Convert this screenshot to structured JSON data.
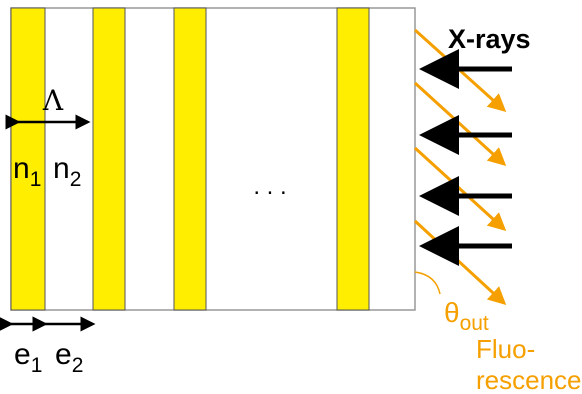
{
  "labels": {
    "xrays": "X-rays",
    "period": "Λ",
    "n1_base": "n",
    "n1_sub": "1",
    "n2_base": "n",
    "n2_sub": "2",
    "ellipsis": ". . .",
    "theta_base": "θ",
    "theta_sub": "out",
    "e1_base": "e",
    "e1_sub": "1",
    "e2_base": "e",
    "e2_sub": "2",
    "fluo_line1": "Fluo-",
    "fluo_line2": "rescence"
  },
  "colors": {
    "layer_fill": "#ffee00",
    "layer_edge": "#555555",
    "outline": "#999999",
    "incident_arrow": "#000000",
    "fluorescence": "#f5a000",
    "text": "#000000"
  }
}
